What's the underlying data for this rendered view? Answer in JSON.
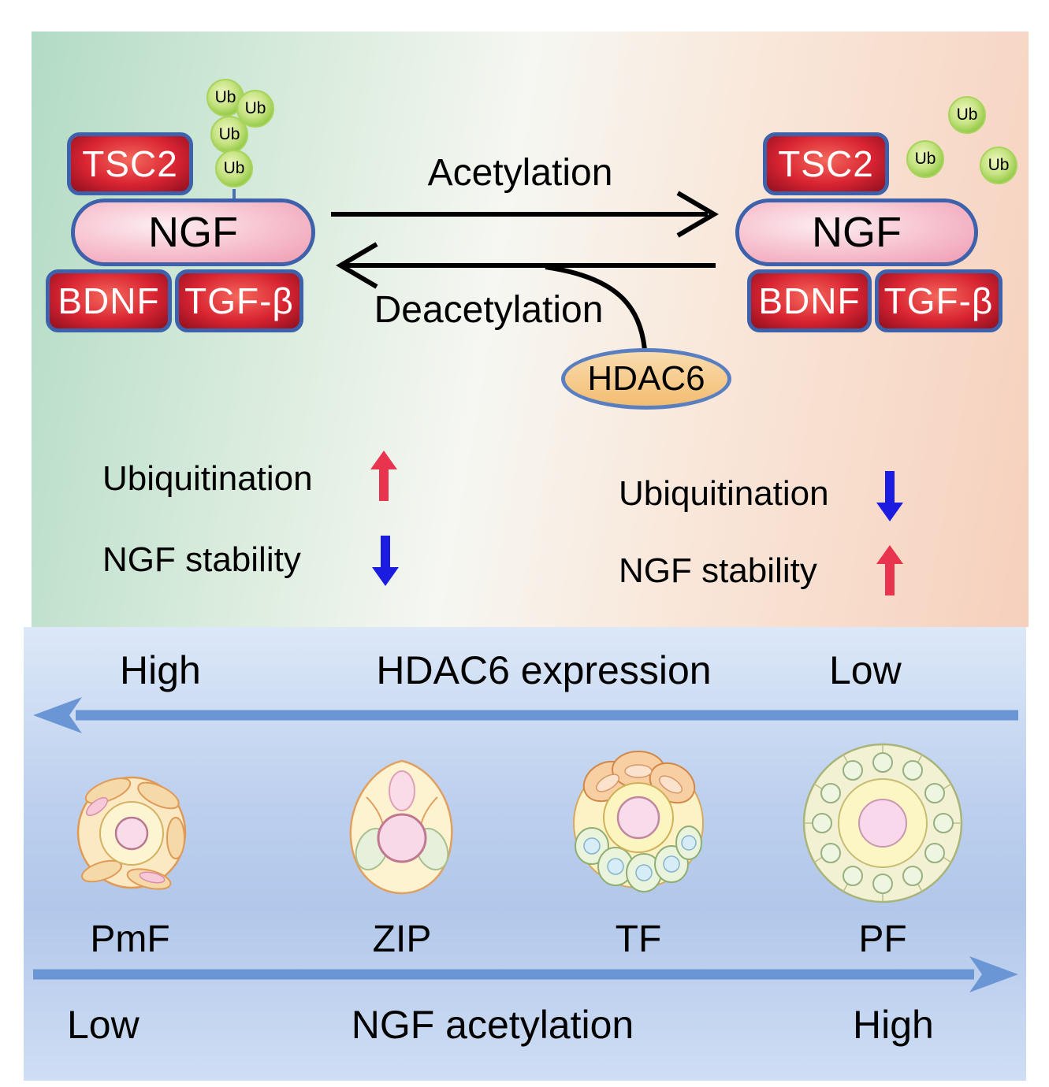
{
  "colors": {
    "box_red": "#d92432",
    "box_border_blue": "#3d62ab",
    "ngf_pink": "#f7c3d0",
    "ub_green": "#8cc63e",
    "hdac6_orange": "#f3bd72",
    "arrow_up_red": "#e8344e",
    "arrow_down_blue": "#1c1ce0",
    "axis_arrow_blue": "#6b96d6",
    "panel_green": "#b2dbc4",
    "panel_peach": "#f6d0bc",
    "panel_blue": "#bdd0ee"
  },
  "top_panel": {
    "acetylation_label": "Acetylation",
    "deacetylation_label": "Deacetylation",
    "hdac6_label": "HDAC6",
    "left_complex": {
      "tsc2": "TSC2",
      "ngf": "NGF",
      "bdnf": "BDNF",
      "tgfb": "TGF-β",
      "ub": [
        "Ub",
        "Ub",
        "Ub",
        "Ub"
      ]
    },
    "right_complex": {
      "tsc2": "TSC2",
      "ngf": "NGF",
      "bdnf": "BDNF",
      "tgfb": "TGF-β",
      "ub": [
        "Ub",
        "Ub",
        "Ub"
      ]
    },
    "left_status": [
      {
        "label": "Ubiquitination",
        "direction": "up",
        "color": "red"
      },
      {
        "label": "NGF stability",
        "direction": "down",
        "color": "blue"
      }
    ],
    "right_status": [
      {
        "label": "Ubiquitination",
        "direction": "down",
        "color": "blue"
      },
      {
        "label": "NGF stability",
        "direction": "up",
        "color": "red"
      }
    ]
  },
  "bottom_panel": {
    "hdac6_axis": {
      "left_label": "High",
      "title": "HDAC6 expression",
      "right_label": "Low",
      "arrow_direction": "left"
    },
    "follicle_stages": [
      {
        "label": "PmF"
      },
      {
        "label": "ZIP"
      },
      {
        "label": "TF"
      },
      {
        "label": "PF"
      }
    ],
    "ngf_axis": {
      "left_label": "Low",
      "title": "NGF acetylation",
      "right_label": "High",
      "arrow_direction": "right"
    }
  }
}
